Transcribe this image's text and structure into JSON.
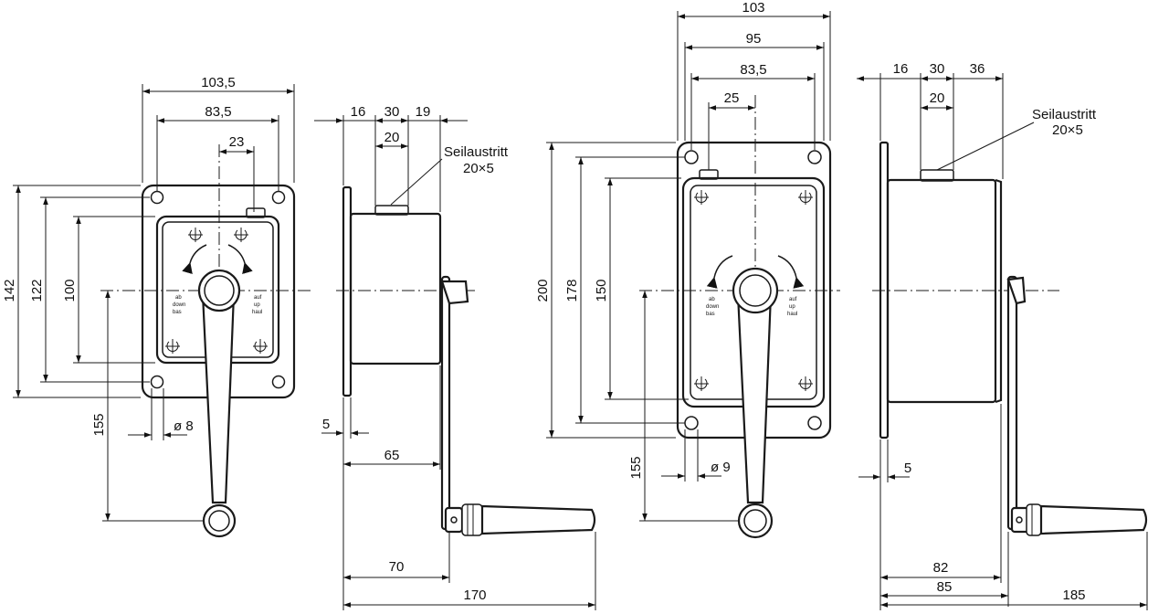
{
  "drawing": {
    "small_winch_front": {
      "width_outer": "103,5",
      "width_holes": "83,5",
      "width_offset": "23",
      "height_outer": "142",
      "height_holes": "122",
      "height_inner": "100",
      "crank_length": "155",
      "hole_diameter": "ø 8",
      "label_left": [
        "ab",
        "down",
        "bas"
      ],
      "label_right": [
        "auf",
        "up",
        "haul"
      ]
    },
    "small_winch_side": {
      "top_a": "16",
      "top_b": "30",
      "top_c": "19",
      "slot": "20",
      "flange": "5",
      "depth_a": "65",
      "depth_b": "70",
      "total": "170",
      "callout_line1": "Seilaustritt",
      "callout_line2": "20×5"
    },
    "large_winch_front": {
      "width_outer": "103",
      "width_mid": "95",
      "width_holes": "83,5",
      "width_offset": "25",
      "height_outer": "200",
      "height_holes": "178",
      "height_inner": "150",
      "crank_length": "155",
      "hole_diameter": "ø 9",
      "label_left": [
        "ab",
        "down",
        "bas"
      ],
      "label_right": [
        "auf",
        "up",
        "haul"
      ]
    },
    "large_winch_side": {
      "top_a": "16",
      "top_b": "30",
      "top_c": "36",
      "slot": "20",
      "flange": "5",
      "depth_a": "82",
      "depth_b": "85",
      "total": "185",
      "callout_line1": "Seilaustritt",
      "callout_line2": "20×5"
    }
  }
}
